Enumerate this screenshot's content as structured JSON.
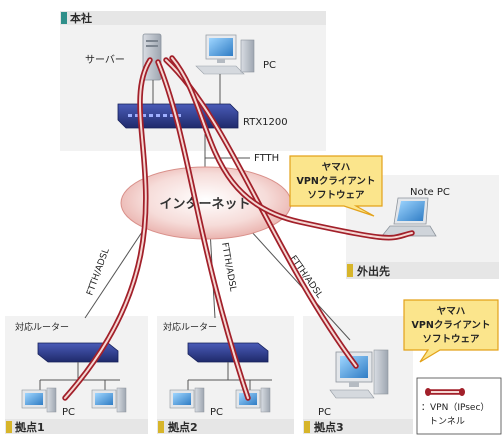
{
  "zones": {
    "hq": "本社",
    "mobile": "外出先",
    "site1": "拠点1",
    "site2": "拠点2",
    "site3": "拠点3"
  },
  "hq": {
    "server_label": "サーバー",
    "pc_label": "PC",
    "router_label": "RTX1200",
    "uplink_label": "FTTH"
  },
  "internet": {
    "label": "インターネット"
  },
  "links": {
    "site1": "FTTH/ADSL",
    "site2": "FTTH/ADSL",
    "site3": "FTTH/ADSL"
  },
  "mobile": {
    "device_label": "Note PC"
  },
  "callouts": {
    "mobile": [
      "ヤマハ",
      "VPNクライアント",
      "ソフトウェア"
    ],
    "site3": [
      "ヤマハ",
      "VPNクライアント",
      "ソフトウェア"
    ]
  },
  "site1": {
    "router_label": "対応ルーター",
    "pc_label": "PC"
  },
  "site2": {
    "router_label": "対応ルーター",
    "pc_label": "PC"
  },
  "site3": {
    "pc_label": "PC"
  },
  "legend": {
    "line1": "：VPN（IPsec）",
    "line2": "トンネル"
  },
  "colors": {
    "tunnel": "#a2202a",
    "callout_fill": "#fbe58c",
    "cloud": "#f1c4c0",
    "router_blue": "#2b3a8c",
    "zone_accent": "#2f8f8a"
  }
}
